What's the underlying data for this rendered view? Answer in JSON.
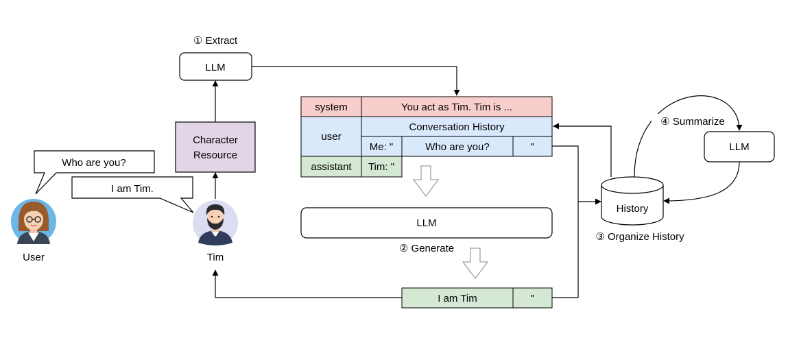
{
  "steps": {
    "extract": "① Extract",
    "generate": "② Generate",
    "organize": "③ Organize History",
    "summarize": "④ Summarize"
  },
  "llm": {
    "extract": "LLM",
    "generate": "LLM",
    "summarize": "LLM"
  },
  "character_resource": [
    "Character",
    "Resource"
  ],
  "bubbles": {
    "user": "Who are you?",
    "tim": "I am Tim."
  },
  "actors": {
    "user": "User",
    "tim": "Tim"
  },
  "prompt_table": {
    "system_role": "system",
    "system_text": "You act as Tim. Tim is ...",
    "user_role": "user",
    "history_label": "Conversation History",
    "me_prefix": "Me: \"",
    "me_text": "Who are you?",
    "me_close": "\"",
    "assistant_role": "assistant",
    "tim_prefix": "Tim: \""
  },
  "output": {
    "text": "I am Tim",
    "close": "\""
  },
  "history_db": "History",
  "colors": {
    "system_fill": "#f8cecc",
    "user_fill": "#dae8fc",
    "assistant_fill": "#d5e8d4",
    "character_fill": "#e1d5e7",
    "avatar_bg": "#6ab7e8",
    "tim_bg": "#dcdcf2"
  }
}
